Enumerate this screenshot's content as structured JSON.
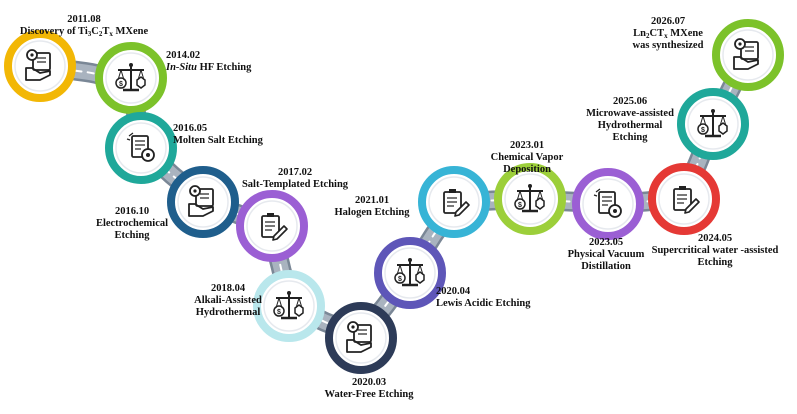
{
  "milestones": [
    {
      "id": "m1",
      "year": "2011.08",
      "pre": "Discovery of Ti",
      "s1": "3",
      "mid": "C",
      "s2": "2",
      "post": "T",
      "s3": "x",
      "tail": " MXene",
      "color": "#f2b705",
      "icon": "hand-document-gear-icon"
    },
    {
      "id": "m2",
      "year": "2014.02",
      "italic": "In-Situ",
      "rest": " HF Etching",
      "color": "#7cc22a",
      "icon": "balance-scale-icon"
    },
    {
      "id": "m3",
      "year": "2016.05",
      "name": "Molten Salt Etching",
      "color": "#1fa89a",
      "icon": "document-gear-icon"
    },
    {
      "id": "m4",
      "year": "2016.10",
      "name": "Electrochemical Etching",
      "color": "#1f5e8c",
      "icon": "hand-document-gear-icon"
    },
    {
      "id": "m5",
      "year": "2017.02",
      "name": "Salt-Templated Etching",
      "color": "#9b5fd4",
      "icon": "clipboard-edit-icon"
    },
    {
      "id": "m6",
      "year": "2018.04",
      "name": "Alkali-Assisted Hydrothermal",
      "color": "#b9e7ec",
      "icon": "balance-scale-icon"
    },
    {
      "id": "m7",
      "year": "2020.03",
      "name": "Water-Free Etching",
      "color": "#2d3b58",
      "icon": "hand-document-gear-icon"
    },
    {
      "id": "m8",
      "year": "2020.04",
      "name": "Lewis Acidic Etching",
      "color": "#5e56b8",
      "icon": "balance-scale-icon"
    },
    {
      "id": "m9",
      "year": "2021.01",
      "name": "Halogen Etching",
      "color": "#37b4d6",
      "icon": "clipboard-edit-icon"
    },
    {
      "id": "m10",
      "year": "2023.01",
      "name": "Chemical Vapor Deposition",
      "color": "#9ccf3a",
      "icon": "balance-scale-icon"
    },
    {
      "id": "m11",
      "year": "2023.05",
      "name": "Physical Vacuum Distillation",
      "color": "#9b5fd4",
      "icon": "document-gear-icon"
    },
    {
      "id": "m12",
      "year": "2024.05",
      "name": "Supercritical water -assisted Etching",
      "color": "#e53935",
      "icon": "clipboard-edit-icon"
    },
    {
      "id": "m13",
      "year": "2025.06",
      "name": "Microwave-assisted Hydrothermal Etching",
      "color": "#1fa89a",
      "icon": "balance-scale-icon"
    },
    {
      "id": "m14",
      "year": "2026.07",
      "pre": "Ln",
      "s1": "2",
      "post": "CT",
      "s2": "x",
      "tail": " MXene",
      "line2": "was synthesized",
      "color": "#7cc22a",
      "icon": "hand-document-gear-icon"
    }
  ]
}
